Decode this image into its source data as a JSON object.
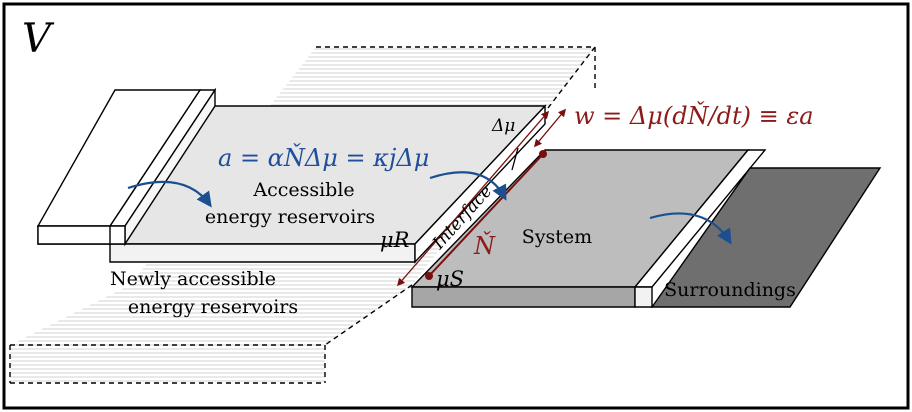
{
  "volume_label": "V",
  "accessible_label": [
    "Accessible",
    "energy reservoirs"
  ],
  "newly_label": [
    "Newly accessible",
    "energy reservoirs"
  ],
  "system_label": "System",
  "surroundings_label": "Surroundings",
  "interface_label": "Interface",
  "rate_equation": "a = αŇΔμ = κjΔμ",
  "work_equation": "w = Δμ(dŇ/dt) ≡ εa",
  "delta_mu": "Δμ",
  "mu_r": "μR",
  "mu_s": "μS",
  "n_check": "Ň",
  "colors": {
    "frame": "#000000",
    "accessible_fill": "#e6e6e6",
    "system_fill": "#bdbdbd",
    "surroundings_fill": "#6f6f6f",
    "rate_equation": "#1f4e9a",
    "work_equation": "#8b1a1a",
    "arrow_blue": "#1b4f8f",
    "dark_red": "#7a0e0e"
  }
}
